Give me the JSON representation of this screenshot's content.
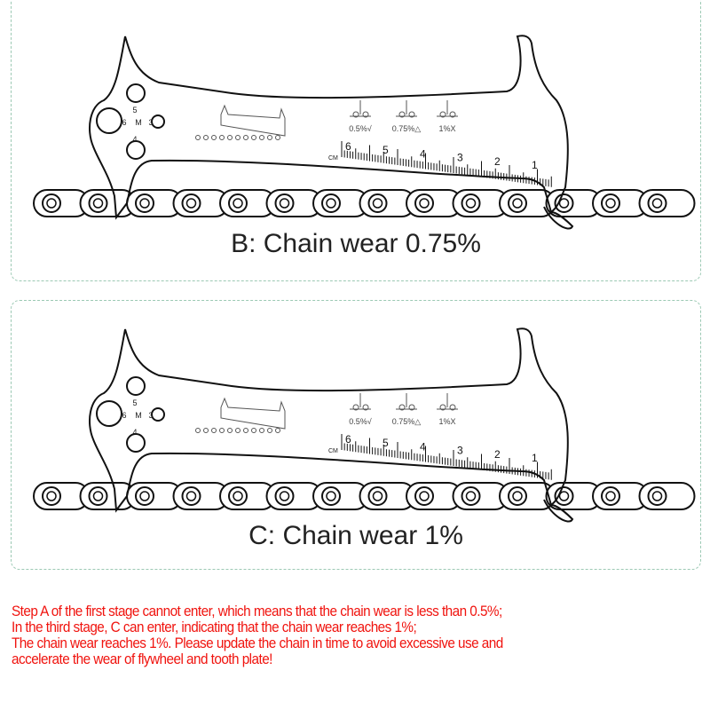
{
  "panels": [
    {
      "caption": "B: Chain wear 0.75%"
    },
    {
      "caption": "C: Chain wear 1%"
    }
  ],
  "tool": {
    "hole_labels": [
      "5",
      "6",
      "M",
      "3",
      "4"
    ],
    "indicators": [
      "0.5%√",
      "0.75%△",
      "1%X"
    ],
    "ruler_unit": "CM",
    "ruler_numbers": [
      "6",
      "5",
      "4",
      "3",
      "2",
      "1"
    ]
  },
  "notes": [
    "Step A of the first stage cannot enter, which means that the chain wear is less than 0.5%;",
    "In the third stage, C can enter, indicating that the chain wear reaches 1%;",
    "The chain wear reaches 1%. Please update the chain in time to avoid excessive use and",
    "accelerate the wear of flywheel and tooth plate!"
  ]
}
